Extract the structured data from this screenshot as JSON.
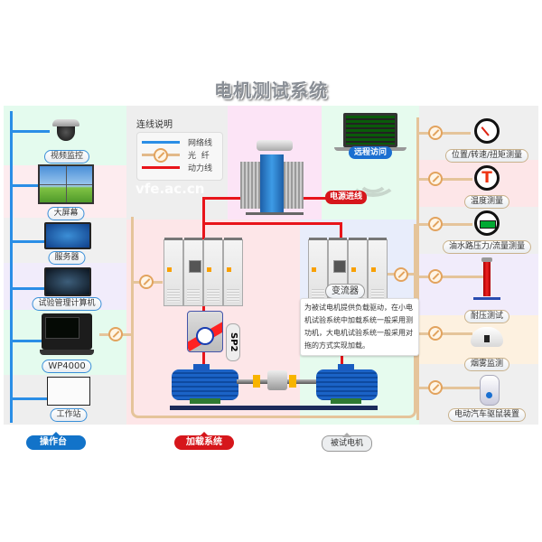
{
  "title": "电机测试系统",
  "watermark": "vfe.ac.cn",
  "legend": {
    "title": "连线说明",
    "items": [
      {
        "label": "网络线",
        "color": "#2a8ee6"
      },
      {
        "label": "光  纤",
        "color": "#e2b98a"
      },
      {
        "label": "动力线",
        "color": "#e8141a"
      }
    ]
  },
  "left_devices": [
    {
      "label": "视频监控",
      "icon": "dome-camera-icon"
    },
    {
      "label": "大屏幕",
      "icon": "video-wall-icon"
    },
    {
      "label": "服务器",
      "icon": "monitor-icon"
    },
    {
      "label": "试验管理计算机",
      "icon": "computer-icon"
    },
    {
      "label": "WP4000",
      "icon": "power-analyzer-icon"
    },
    {
      "label": "工作站",
      "icon": "workstation-icon"
    }
  ],
  "right_devices": [
    {
      "label": "位置/转速/扭矩测量",
      "icon": "gauge-icon"
    },
    {
      "label": "温度测量",
      "icon": "thermometer-icon"
    },
    {
      "label": "油水路压力/流量测量",
      "icon": "digital-meter-icon"
    },
    {
      "label": "耐压测试",
      "icon": "hipot-tester-icon"
    },
    {
      "label": "烟雾监测",
      "icon": "smoke-detector-icon"
    },
    {
      "label": "电动汽车驱鼠装置",
      "icon": "repeller-icon"
    }
  ],
  "center": {
    "remote_access": "远程访问",
    "power_inlet": "电源进线",
    "converter": "变流器",
    "sp2_label": "SP2",
    "tooltip": "为被试电机提供负载驱动，在小电机试验系统中加载系统一般采用测功机，大电机试验系统一般采用对拖的方式实现加载。"
  },
  "bottom_tags": [
    {
      "label": "操作台",
      "color": "#1273c9"
    },
    {
      "label": "加载系统",
      "color": "#d6161b"
    },
    {
      "label": "被试电机",
      "color": "#e9ecef"
    }
  ],
  "colors": {
    "network": "#2a8ee6",
    "fiber": "#e2b98a",
    "power": "#e8141a"
  }
}
